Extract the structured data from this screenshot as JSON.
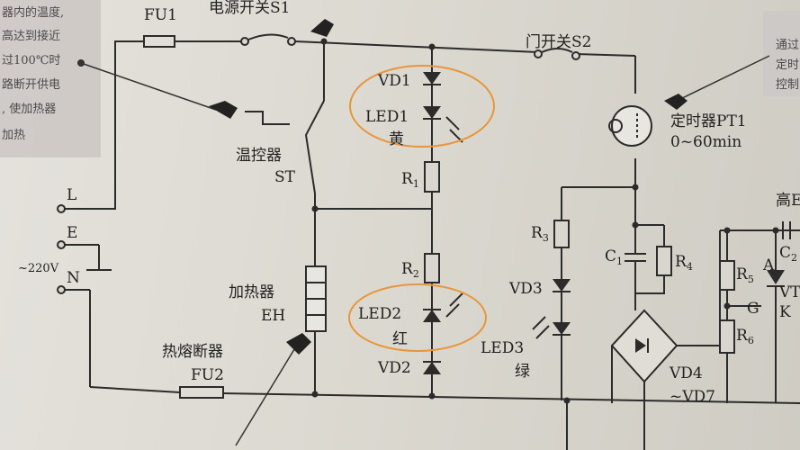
{
  "side_note_left": [
    "器内的温度,",
    "高达到接近",
    "过100℃时",
    "路断开供电",
    ", 使加热器",
    "加热"
  ],
  "side_note_right": [
    "通过",
    "定时",
    "控制"
  ],
  "labels": {
    "fu1": "FU1",
    "s1": "电源开关S1",
    "s2": "门开关S2",
    "vd1": "VD1",
    "led1": "LED1",
    "led1_color": "黄",
    "r1": "R",
    "r1_sub": "1",
    "st_name": "温控器",
    "st_code": "ST",
    "timer_name": "定时器PT1",
    "timer_range": "0~60min",
    "l": "L",
    "e": "E",
    "n": "N",
    "voltage": "~220V",
    "r2": "R",
    "r2_sub": "2",
    "heater_name": "加热器",
    "heater_code": "EH",
    "led2": "LED2",
    "led2_color": "红",
    "vd2": "VD2",
    "fuse2_name": "热熔断器",
    "fu2": "FU2",
    "r3": "R",
    "r3_sub": "3",
    "vd3": "VD3",
    "led3": "LED3",
    "led3_color": "绿",
    "c1": "C",
    "c1_sub": "1",
    "r4": "R",
    "r4_sub": "4",
    "vd4": "VD4",
    "vd7": "~VD7",
    "high": "高E",
    "r5": "R",
    "r5_sub": "5",
    "r6": "R",
    "r6_sub": "6",
    "c2": "C",
    "c2_sub": "2",
    "a": "A",
    "vt": "VT",
    "g": "G",
    "k": "K"
  },
  "highlight_color": "#e8963c"
}
